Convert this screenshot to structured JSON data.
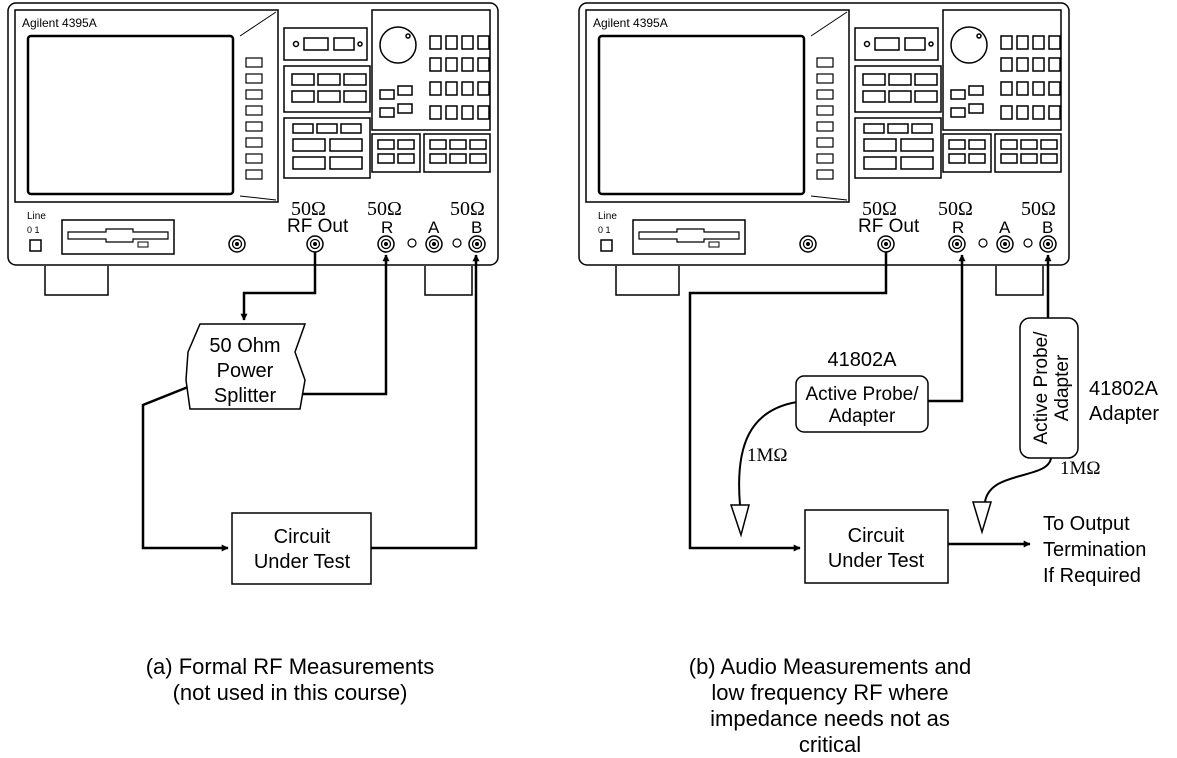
{
  "panel_a": {
    "instrument": {
      "model": "Agilent 4395A",
      "line_label": "Line",
      "line_switch_marks": "0 1",
      "ohm_rf": "50Ω",
      "ohm_r": "50Ω",
      "ohm_b": "50Ω",
      "rf_out": "RF Out",
      "port_r": "R",
      "port_a": "A",
      "port_b": "B"
    },
    "splitter": {
      "line1": "50 Ohm",
      "line2": "Power",
      "line3": "Splitter"
    },
    "dut": {
      "line1": "Circuit",
      "line2": "Under Test"
    },
    "caption": {
      "line1": "(a) Formal RF Measurements",
      "line2": "(not used in this course)"
    }
  },
  "panel_b": {
    "instrument": {
      "model": "Agilent 4395A",
      "line_label": "Line",
      "line_switch_marks": "0 1",
      "ohm_rf": "50Ω",
      "ohm_r": "50Ω",
      "ohm_b": "50Ω",
      "rf_out": "RF Out",
      "port_r": "R",
      "port_a": "A",
      "port_b": "B"
    },
    "probe_r": {
      "model": "41802A",
      "line1": "Active Probe/",
      "line2": "Adapter",
      "impedance": "1MΩ"
    },
    "probe_b": {
      "model": "41802A",
      "model_sub": "Adapter",
      "line1": "Active Probe/",
      "line2": "Adapter",
      "impedance": "1MΩ"
    },
    "dut": {
      "line1": "Circuit",
      "line2": "Under Test"
    },
    "output_note": {
      "line1": "To Output",
      "line2": "Termination",
      "line3": "If Required"
    },
    "caption": {
      "line1": "(b) Audio Measurements and",
      "line2": "low frequency RF where",
      "line3": "impedance needs not as",
      "line4": "critical"
    }
  }
}
